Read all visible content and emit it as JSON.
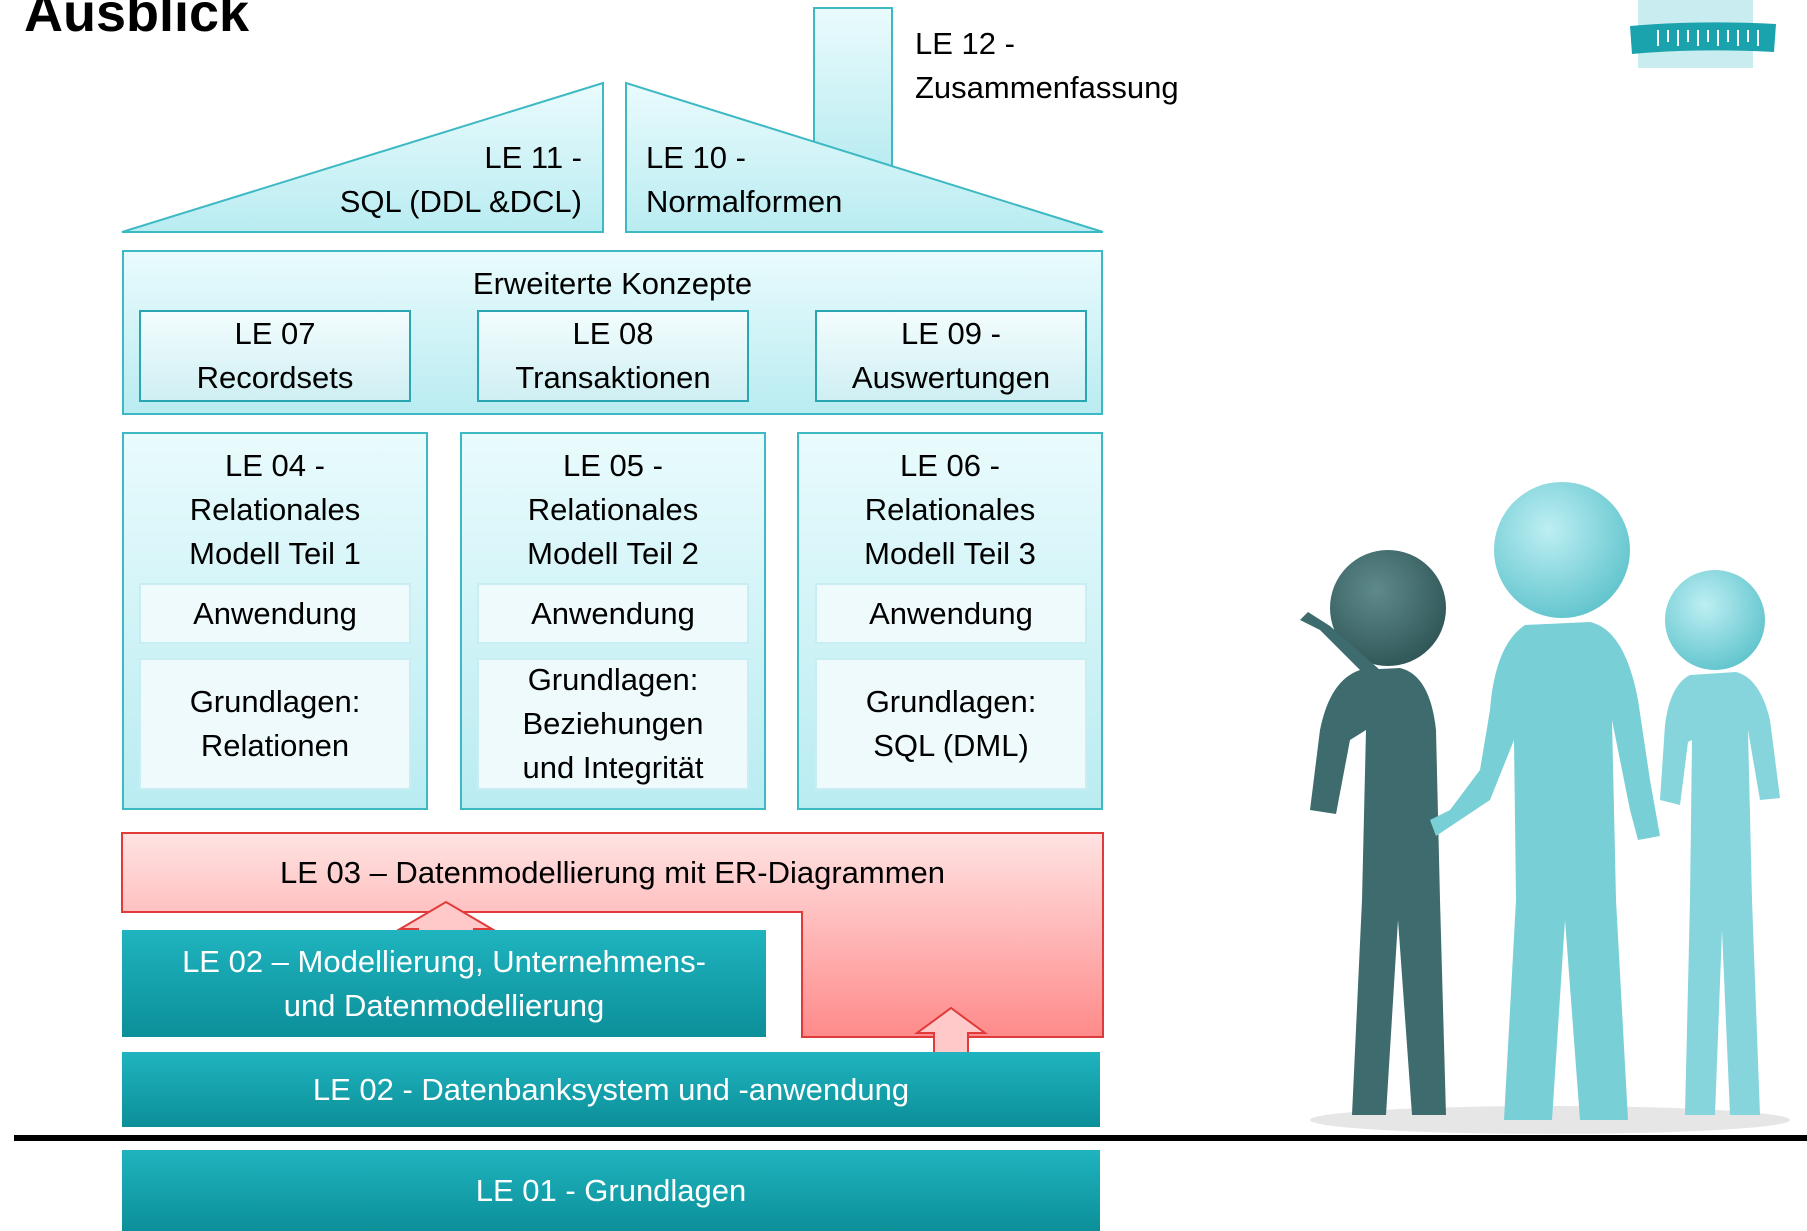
{
  "title": "Ausblick",
  "le12": "LE 12 -\nZusammenfassung",
  "le11": "LE 11 -\nSQL (DDL &DCL)",
  "le10": "LE 10 -\nNormalformen",
  "erweitert": {
    "heading": "Erweiterte Konzepte",
    "items": [
      "LE 07\nRecordsets",
      "LE 08\nTransaktionen",
      "LE 09 -\nAuswertungen"
    ]
  },
  "columns": [
    {
      "title": "LE 04 -\nRelationales\nModell Teil 1",
      "anwendung": "Anwendung",
      "grundlagen": "Grundlagen:\nRelationen"
    },
    {
      "title": "LE 05 -\nRelationales\nModell Teil 2",
      "anwendung": "Anwendung",
      "grundlagen": "Grundlagen:\nBeziehungen\nund Integrität"
    },
    {
      "title": "LE 06 -\nRelationales\nModell Teil 3",
      "anwendung": "Anwendung",
      "grundlagen": "Grundlagen:\nSQL (DML)"
    }
  ],
  "le03": "LE 03 – Datenmodellierung mit ER-Diagrammen",
  "le02a": "LE 02 – Modellierung, Unternehmens-\nund Datenmodellierung",
  "le02b": "LE 02 - Datenbanksystem und -anwendung",
  "le01": "LE 01 - Grundlagen",
  "colors": {
    "teal": "#0f9aa5",
    "light": "#c3eef3",
    "red_fill": "#ffb3b3",
    "red_border": "#e03a3a"
  },
  "figure_icon": "three-stick-figures-pointing"
}
